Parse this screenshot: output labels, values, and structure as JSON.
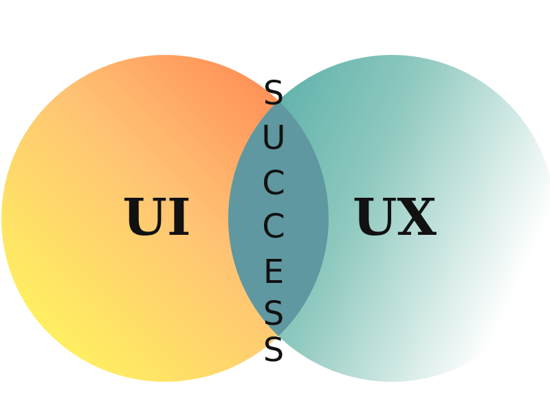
{
  "diagram": {
    "left_label": "UI",
    "right_label": "UX",
    "center_word": "SUCCESS",
    "center_letters": [
      "S",
      "U",
      "C",
      "C",
      "E",
      "S",
      "S"
    ]
  },
  "colors": {
    "ui_gradient_start": "#ffff5a",
    "ui_gradient_mid": "#ffc274",
    "ui_gradient_end": "#ff7a4a",
    "ux_gradient_start": "#4aa8a3",
    "ux_gradient_mid": "#8fc9bf",
    "ux_gradient_end": "#ffffff",
    "overlap": "#5f98a0",
    "text": "#111111"
  }
}
